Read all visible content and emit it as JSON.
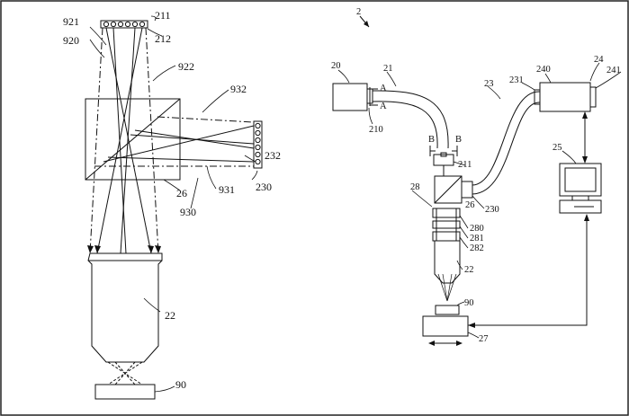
{
  "labels": {
    "l921": "921",
    "l211a": "211",
    "l920": "920",
    "l212": "212",
    "l922": "922",
    "l932": "932",
    "l232a": "232",
    "l931": "931",
    "l230a": "230",
    "l26a": "26",
    "l930": "930",
    "l22a": "22",
    "l90a": "90",
    "l2": "2",
    "l20": "20",
    "l21": "21",
    "lA1": "A",
    "lA2": "A",
    "l210": "210",
    "l23": "23",
    "l231": "231",
    "l240": "240",
    "l24": "24",
    "l241": "241",
    "lB1": "B",
    "lB2": "B",
    "l211b": "211",
    "l25": "25",
    "l28": "28",
    "l26b": "26",
    "l230b": "230",
    "l280": "280",
    "l281": "281",
    "l282": "282",
    "l22b": "22",
    "l90b": "90",
    "l27": "27"
  }
}
